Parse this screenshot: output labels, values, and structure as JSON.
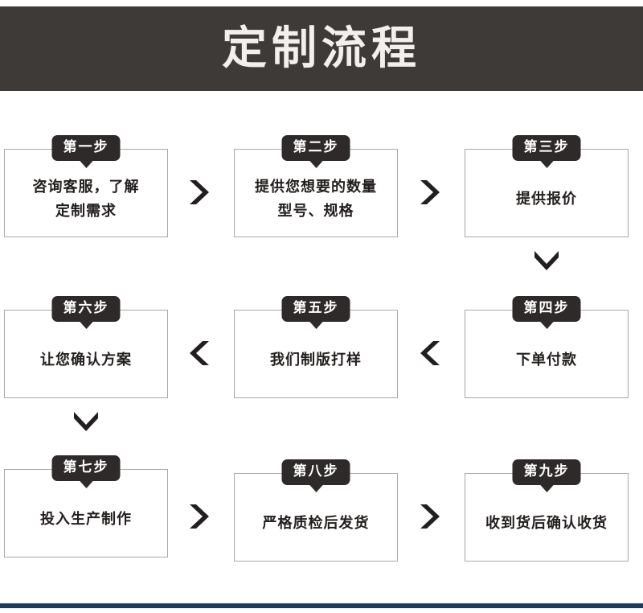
{
  "header": {
    "title": "定制流程"
  },
  "colors": {
    "banner_bg": "#3e3a37",
    "banner_text": "#f2f0ed",
    "badge_bg": "#2d2a29",
    "badge_text": "#ffffff",
    "box_border": "#a8a8a8",
    "body_text": "#231f1e",
    "arrow_fill": "#231f1e",
    "bottom_rule": "#1f3a5f",
    "page_bg": "#ffffff"
  },
  "steps": [
    {
      "badge": "第一步",
      "lines": [
        "咨询客服，了解",
        "定制需求"
      ]
    },
    {
      "badge": "第二步",
      "lines": [
        "提供您想要的数量",
        "型号、规格"
      ]
    },
    {
      "badge": "第三步",
      "lines": [
        "提供报价"
      ]
    },
    {
      "badge": "第四步",
      "lines": [
        "下单付款"
      ]
    },
    {
      "badge": "第五步",
      "lines": [
        "我们制版打样"
      ]
    },
    {
      "badge": "第六步",
      "lines": [
        "让您确认方案"
      ]
    },
    {
      "badge": "第七步",
      "lines": [
        "投入生产制作"
      ]
    },
    {
      "badge": "第八步",
      "lines": [
        "严格质检后发货"
      ]
    },
    {
      "badge": "第九步",
      "lines": [
        "收到货后确认收货"
      ]
    }
  ],
  "arrows": [
    {
      "name": "arrow-step1-to-step2",
      "direction": "right"
    },
    {
      "name": "arrow-step2-to-step3",
      "direction": "right"
    },
    {
      "name": "arrow-step3-to-step4",
      "direction": "down"
    },
    {
      "name": "arrow-step4-to-step5",
      "direction": "left"
    },
    {
      "name": "arrow-step5-to-step6",
      "direction": "left"
    },
    {
      "name": "arrow-step6-to-step7",
      "direction": "down"
    },
    {
      "name": "arrow-step7-to-step8",
      "direction": "right"
    },
    {
      "name": "arrow-step8-to-step9",
      "direction": "right"
    }
  ]
}
